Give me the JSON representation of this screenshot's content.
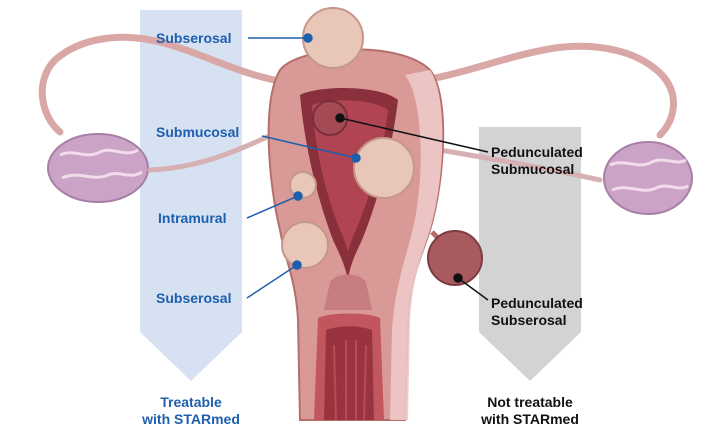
{
  "left_labels": {
    "subserosal_top": "Subserosal",
    "submucosal": "Submucosal",
    "intramural": "Intramural",
    "subserosal_bottom": "Subserosal"
  },
  "right_labels": {
    "pedunculated_submucosal_line1": "Pedunculated",
    "pedunculated_submucosal_line2": "Submucosal",
    "pedunculated_subserosal_line1": "Pedunculated",
    "pedunculated_subserosal_line2": "Subserosal"
  },
  "footer": {
    "treatable_line1": "Treatable",
    "treatable_line2": "with STARmed",
    "not_treatable_line1": "Not treatable",
    "not_treatable_line2": "with STARmed"
  },
  "colors": {
    "treatable_band": "#cfdcef",
    "not_treatable_band": "#cbcbcb",
    "label_blue": "#1d5fae",
    "tissue": "#d99a97",
    "fibroid": "#e8c7b8",
    "ovary": "#cba3c6"
  }
}
